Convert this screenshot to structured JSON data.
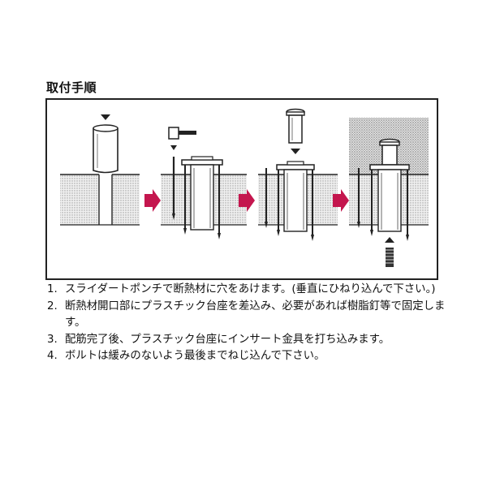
{
  "title": "取付手順",
  "steps": [
    {
      "num": "1.",
      "text": "スライダートポンチで断熱材に穴をあけます。(垂直にひねり込んで下さい。)"
    },
    {
      "num": "2.",
      "text": "断熱材開口部にプラスチック台座を差込み、必要があれば樹脂釘等で固定します。"
    },
    {
      "num": "3.",
      "text": "配筋完了後、プラスチック台座にインサート金具を打ち込みます。"
    },
    {
      "num": "4.",
      "text": "ボルトは緩みのないよう最後までねじ込んで下さい。"
    }
  ],
  "colors": {
    "arrow": "#c4164e",
    "line": "#222222",
    "insulation": "#e6e6e6"
  }
}
